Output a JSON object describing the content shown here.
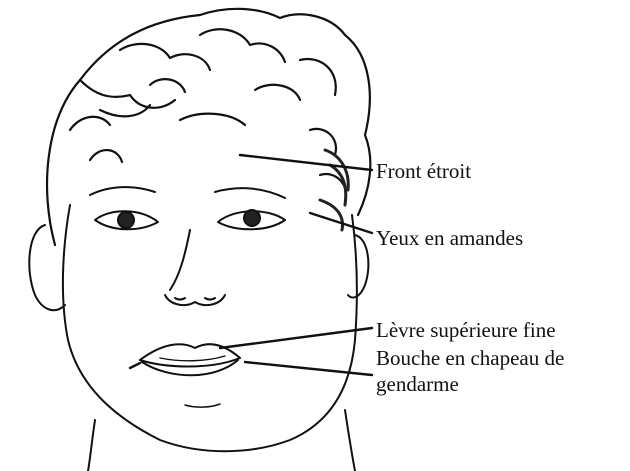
{
  "labels": {
    "front": "Front étroit",
    "eyes": "Yeux en amandes",
    "upper_lip": "Lèvre supérieure fine",
    "mouth": "Bouche en chapeau de gendarme"
  },
  "colors": {
    "ink": "#111111",
    "background": "#ffffff"
  }
}
